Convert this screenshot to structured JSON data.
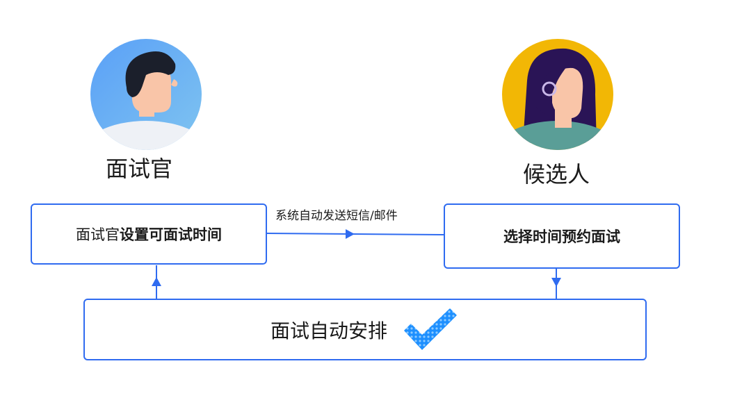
{
  "interviewer": {
    "label": "面试官",
    "avatar_icon": "man-avatar-icon"
  },
  "candidate": {
    "label": "候选人",
    "avatar_icon": "woman-avatar-icon"
  },
  "left_box": {
    "prefix": "面试官",
    "bold": "设置可面试时间"
  },
  "right_box": {
    "bold": "选择时间预约面试"
  },
  "arrow_label": "系统自动发送短信/邮件",
  "bottom_box": {
    "text": "面试自动安排",
    "icon": "checkmark-icon"
  },
  "colors": {
    "accent": "#2f6bf0",
    "check": "#1e90ff",
    "interviewer_bg": "#5aa8f5",
    "candidate_bg": "#f2b705",
    "candidate_shirt": "#5a9e97",
    "hair_dark": "#1b1f2b",
    "hair_purple": "#2a1456",
    "skin": "#f9c5a8"
  }
}
